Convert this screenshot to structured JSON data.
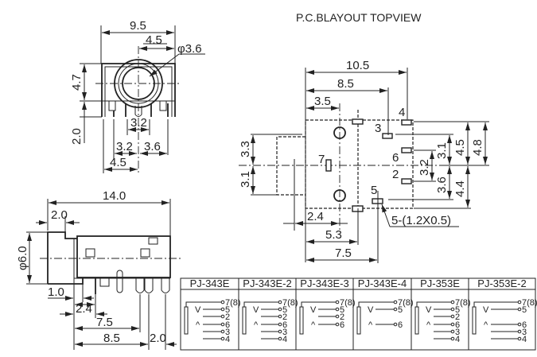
{
  "title": "P.C.BLAYOUT   TOPVIEW",
  "front_view": {
    "width": "9.5",
    "center_offset": "4.5",
    "diameter": "φ3.6",
    "height": "4.7",
    "pin_length": "2.0",
    "pin_spacing_a": "3.2",
    "pin_spacing_b": "3.2",
    "pin_spacing_c": "3.6",
    "pin_spacing_d": "4.5"
  },
  "pcb_layout": {
    "width_total": "10.5",
    "width_b": "8.5",
    "hole_offset": "3.5",
    "upper_left": "3.3",
    "lower_left": "3.1",
    "right_a": "4.8",
    "right_b": "4.5",
    "right_c": "3.1",
    "right_d": "3.2",
    "right_e": "3.6",
    "right_f": "4.4",
    "bottom_a": "2.4",
    "bottom_b": "5.3",
    "bottom_c": "7.5",
    "pad_note": "5-(1.2X0.5)",
    "pin_labels": {
      "p4": "4",
      "p3": "3",
      "p6": "6",
      "p2": "2",
      "p5": "5",
      "p7": "7"
    }
  },
  "side_view": {
    "length": "14.0",
    "nose": "2.0",
    "diameter": "φ6.0",
    "d1": "1.0",
    "d2": "2.4",
    "d3": "7.5",
    "d4": "8.5",
    "d5": "2.0"
  },
  "models_table": {
    "columns": [
      {
        "name": "PJ-343E",
        "pins": [
          "7(8)",
          "5",
          "2",
          "6",
          "3",
          "4"
        ]
      },
      {
        "name": "PJ-343E-2",
        "pins": [
          "7(8)",
          "5",
          "2",
          "6",
          "3",
          "4"
        ]
      },
      {
        "name": "PJ-343E-3",
        "pins": [
          "7(8)",
          "5",
          "2",
          "6"
        ]
      },
      {
        "name": "PJ-343E-4",
        "pins": [
          "7(8)",
          "5",
          "6"
        ]
      },
      {
        "name": "PJ-353E",
        "pins": [
          "7(8)",
          "5",
          "2",
          "6",
          "3",
          "4"
        ]
      },
      {
        "name": "PJ-353E-2",
        "pins": [
          "7(8)",
          "5",
          "6",
          "3",
          "4"
        ]
      }
    ]
  }
}
